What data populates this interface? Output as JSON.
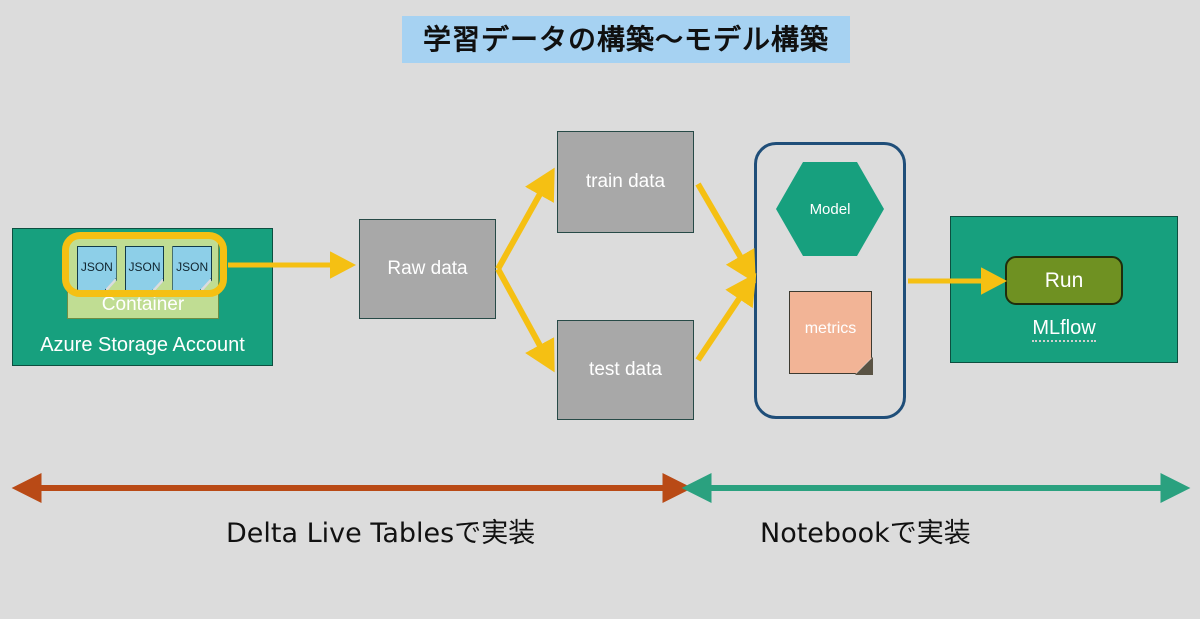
{
  "page": {
    "background_color": "#dcdcdc",
    "title": "学習データの構築〜モデル構築",
    "title_background": "#a6d2f2"
  },
  "storage": {
    "account_label": "Azure Storage Account",
    "container_label": "Container",
    "files": [
      {
        "label": "JSON"
      },
      {
        "label": "JSON"
      },
      {
        "label": "JSON"
      }
    ],
    "box_color": "#17a07e",
    "container_color": "#c0dd93",
    "file_color": "#8dcfe8",
    "highlight_color": "#f5c013"
  },
  "pipeline": {
    "raw_data_label": "Raw data",
    "train_data_label": "train data",
    "test_data_label": "test data",
    "box_color": "#a8a8a8",
    "arrow_color": "#f5c013"
  },
  "notebook": {
    "border_color": "#1f4e79",
    "model_label": "Model",
    "model_color": "#17a07e",
    "metrics_label": "metrics",
    "metrics_color": "#f2b496"
  },
  "mlflow": {
    "box_label": "MLflow",
    "run_label": "Run",
    "box_color": "#17a07e",
    "run_color": "#6f9122"
  },
  "spans": {
    "left": {
      "label": "Delta Live Tablesで実装",
      "color": "#b94a16"
    },
    "right": {
      "label": "Notebookで実装",
      "color": "#2aa17f"
    }
  }
}
